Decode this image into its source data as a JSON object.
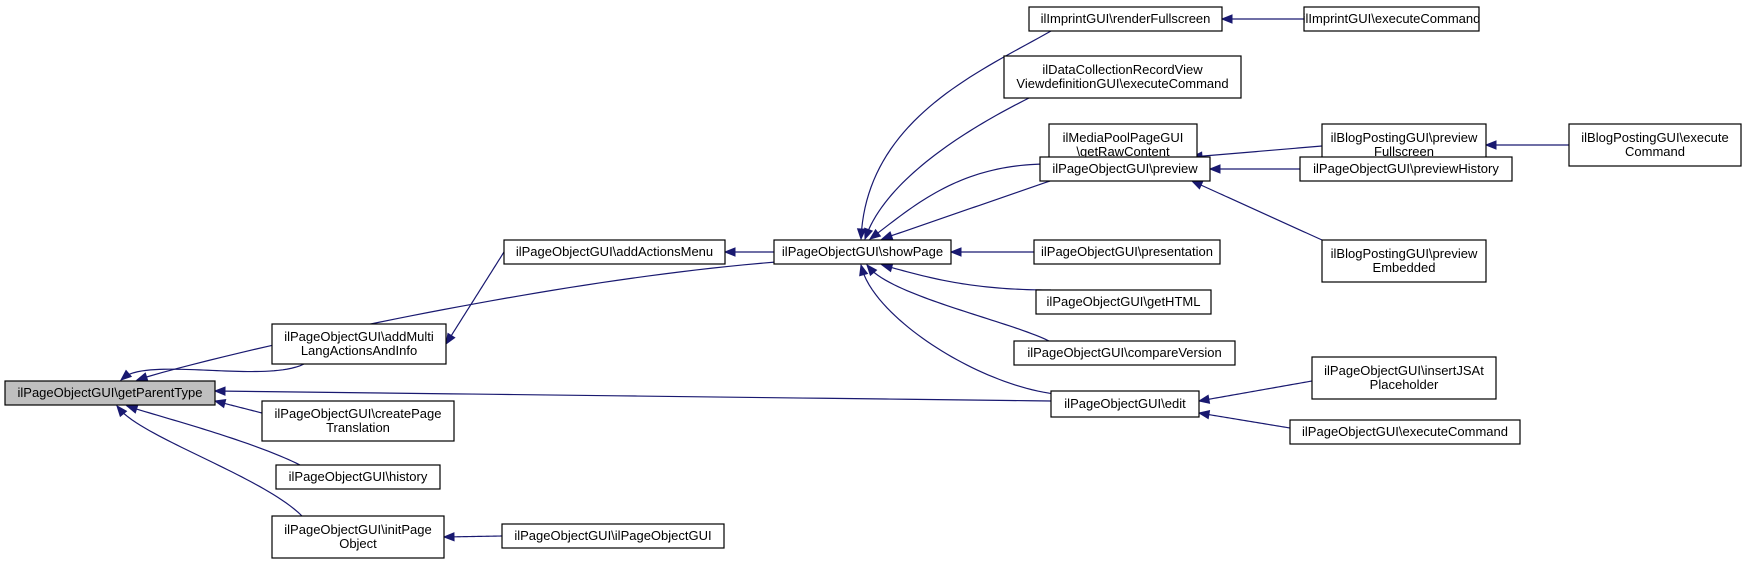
{
  "diagram": {
    "nodes": [
      {
        "id": "getParentType",
        "lines": [
          "ilPageObjectGUI\\getParentType"
        ],
        "highlighted": true
      },
      {
        "id": "addMultiLang",
        "lines": [
          "ilPageObjectGUI\\addMulti",
          "LangActionsAndInfo"
        ]
      },
      {
        "id": "createPageTranslation",
        "lines": [
          "ilPageObjectGUI\\createPage",
          "Translation"
        ]
      },
      {
        "id": "history",
        "lines": [
          "ilPageObjectGUI\\history"
        ]
      },
      {
        "id": "initPageObject",
        "lines": [
          "ilPageObjectGUI\\initPage",
          "Object"
        ]
      },
      {
        "id": "addActionsMenu",
        "lines": [
          "ilPageObjectGUI\\addActionsMenu"
        ]
      },
      {
        "id": "ilPageObjectGUIctor",
        "lines": [
          "ilPageObjectGUI\\ilPageObjectGUI"
        ]
      },
      {
        "id": "showPage",
        "lines": [
          "ilPageObjectGUI\\showPage"
        ]
      },
      {
        "id": "renderFullscreen",
        "lines": [
          "ilImprintGUI\\renderFullscreen"
        ]
      },
      {
        "id": "dataCollection",
        "lines": [
          "ilDataCollectionRecordView",
          "ViewdefinitionGUI\\executeCommand"
        ]
      },
      {
        "id": "mediaPool",
        "lines": [
          "ilMediaPoolPageGUI",
          "\\getRawContent"
        ]
      },
      {
        "id": "preview",
        "lines": [
          "ilPageObjectGUI\\preview"
        ]
      },
      {
        "id": "presentation",
        "lines": [
          "ilPageObjectGUI\\presentation"
        ]
      },
      {
        "id": "getHTML",
        "lines": [
          "ilPageObjectGUI\\getHTML"
        ]
      },
      {
        "id": "compareVersion",
        "lines": [
          "ilPageObjectGUI\\compareVersion"
        ]
      },
      {
        "id": "edit",
        "lines": [
          "ilPageObjectGUI\\edit"
        ]
      },
      {
        "id": "imprintExecute",
        "lines": [
          "ilImprintGUI\\executeCommand"
        ]
      },
      {
        "id": "blogPreviewFullscreen",
        "lines": [
          "ilBlogPostingGUI\\preview",
          "Fullscreen"
        ]
      },
      {
        "id": "previewHistory",
        "lines": [
          "ilPageObjectGUI\\previewHistory"
        ]
      },
      {
        "id": "blogPreviewEmbedded",
        "lines": [
          "ilBlogPostingGUI\\preview",
          "Embedded"
        ]
      },
      {
        "id": "blogExecute",
        "lines": [
          "ilBlogPostingGUI\\execute",
          "Command"
        ]
      },
      {
        "id": "insertJS",
        "lines": [
          "ilPageObjectGUI\\insertJSAt",
          "Placeholder"
        ]
      },
      {
        "id": "pageExecute",
        "lines": [
          "ilPageObjectGUI\\executeCommand"
        ]
      }
    ],
    "edges": [
      {
        "from": "addMultiLang",
        "to": "getParentType"
      },
      {
        "from": "showPage",
        "to": "getParentType"
      },
      {
        "from": "edit",
        "to": "getParentType"
      },
      {
        "from": "createPageTranslation",
        "to": "getParentType"
      },
      {
        "from": "history",
        "to": "getParentType"
      },
      {
        "from": "initPageObject",
        "to": "getParentType"
      },
      {
        "from": "addActionsMenu",
        "to": "addMultiLang"
      },
      {
        "from": "showPage",
        "to": "addActionsMenu"
      },
      {
        "from": "ilPageObjectGUIctor",
        "to": "initPageObject"
      },
      {
        "from": "renderFullscreen",
        "to": "showPage"
      },
      {
        "from": "dataCollection",
        "to": "showPage"
      },
      {
        "from": "mediaPool",
        "to": "showPage"
      },
      {
        "from": "preview",
        "to": "showPage"
      },
      {
        "from": "presentation",
        "to": "showPage"
      },
      {
        "from": "getHTML",
        "to": "showPage"
      },
      {
        "from": "compareVersion",
        "to": "showPage"
      },
      {
        "from": "edit",
        "to": "showPage"
      },
      {
        "from": "imprintExecute",
        "to": "renderFullscreen"
      },
      {
        "from": "blogPreviewFullscreen",
        "to": "preview"
      },
      {
        "from": "previewHistory",
        "to": "preview"
      },
      {
        "from": "blogPreviewEmbedded",
        "to": "preview"
      },
      {
        "from": "blogExecute",
        "to": "blogPreviewFullscreen"
      },
      {
        "from": "insertJS",
        "to": "edit"
      },
      {
        "from": "pageExecute",
        "to": "edit"
      }
    ]
  }
}
